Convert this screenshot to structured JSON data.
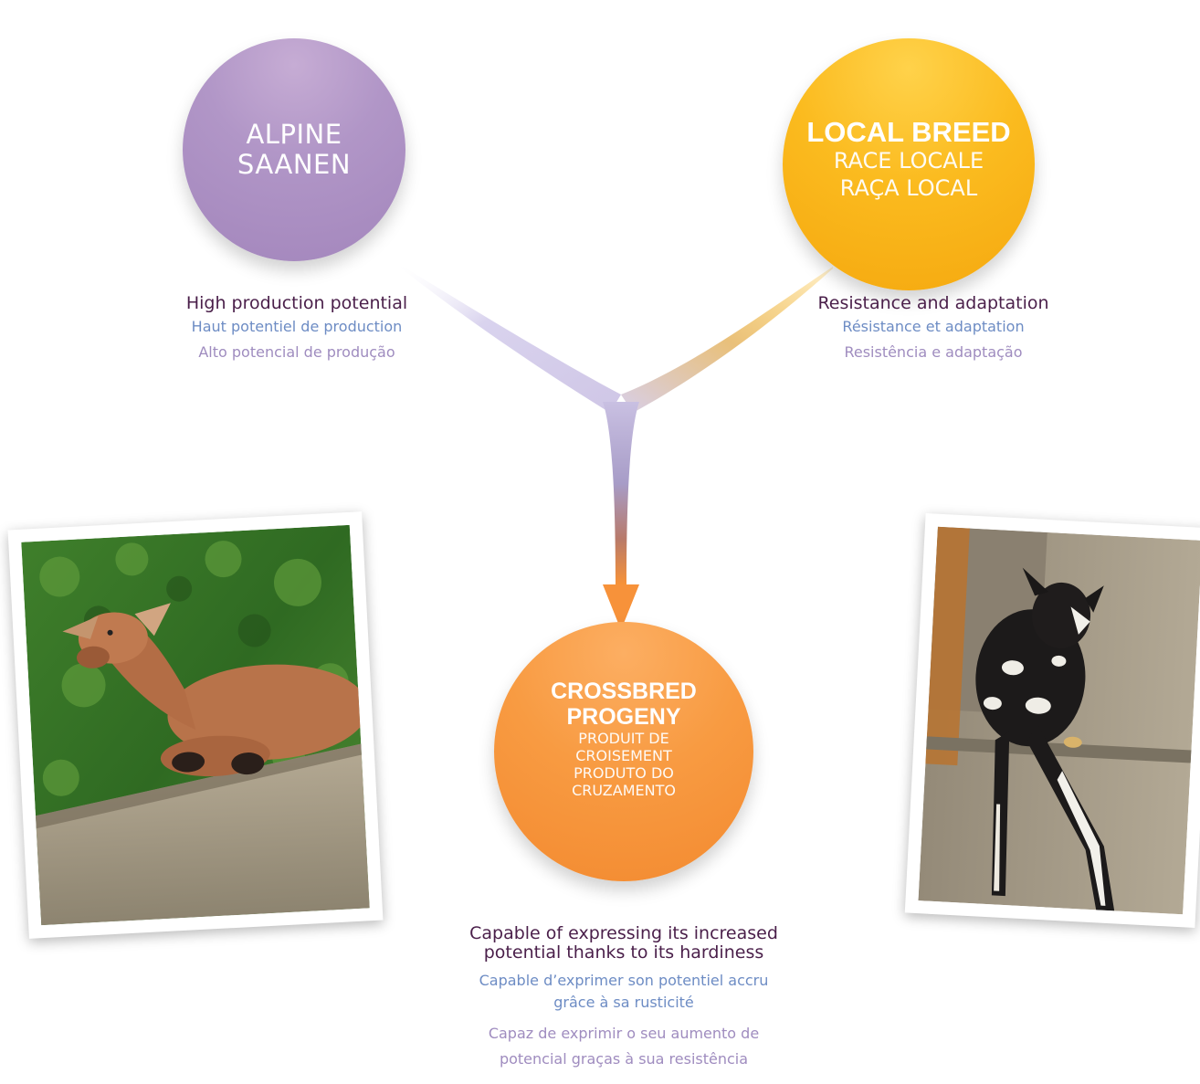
{
  "breeds": {
    "alpine": {
      "name_line1": "ALPINE",
      "name_line2": "SAANEN"
    },
    "local": {
      "name_en": "LOCAL BREED",
      "name_fr": "RACE LOCALE",
      "name_pt": "RAÇA LOCAL"
    },
    "cross": {
      "name_line1": "CROSSBRED",
      "name_line2": "PROGENY",
      "fr_line1": "PRODUIT DE",
      "fr_line2": "CROISEMENT",
      "pt_line1": "PRODUTO DO",
      "pt_line2": "CRUZAMENTO"
    }
  },
  "captions": {
    "alpine": {
      "en": "High production potential",
      "fr": "Haut potentiel de production",
      "pt": "Alto potencial de produção"
    },
    "local": {
      "en": "Resistance and adaptation",
      "fr": "Résistance et adaptation",
      "pt": "Resistência e adaptação"
    },
    "cross": {
      "en_line1": "Capable  of expressing  its increased",
      "en_line2": "potential thanks to its hardiness",
      "fr_line1": "Capable d’exprimer son potentiel accru",
      "fr_line2": "grâce à sa rusticité",
      "pt_line1": "Capaz de exprimir o seu aumento de",
      "pt_line2": "potencial graças à sua resistência"
    }
  },
  "colors": {
    "alpine": "#ac8fc2",
    "local": "#fbb91d",
    "cross": "#f7983f",
    "caption_en": "#4a1f4a",
    "caption_fr": "#6d8cc4",
    "caption_pt": "#9f8cbf"
  }
}
